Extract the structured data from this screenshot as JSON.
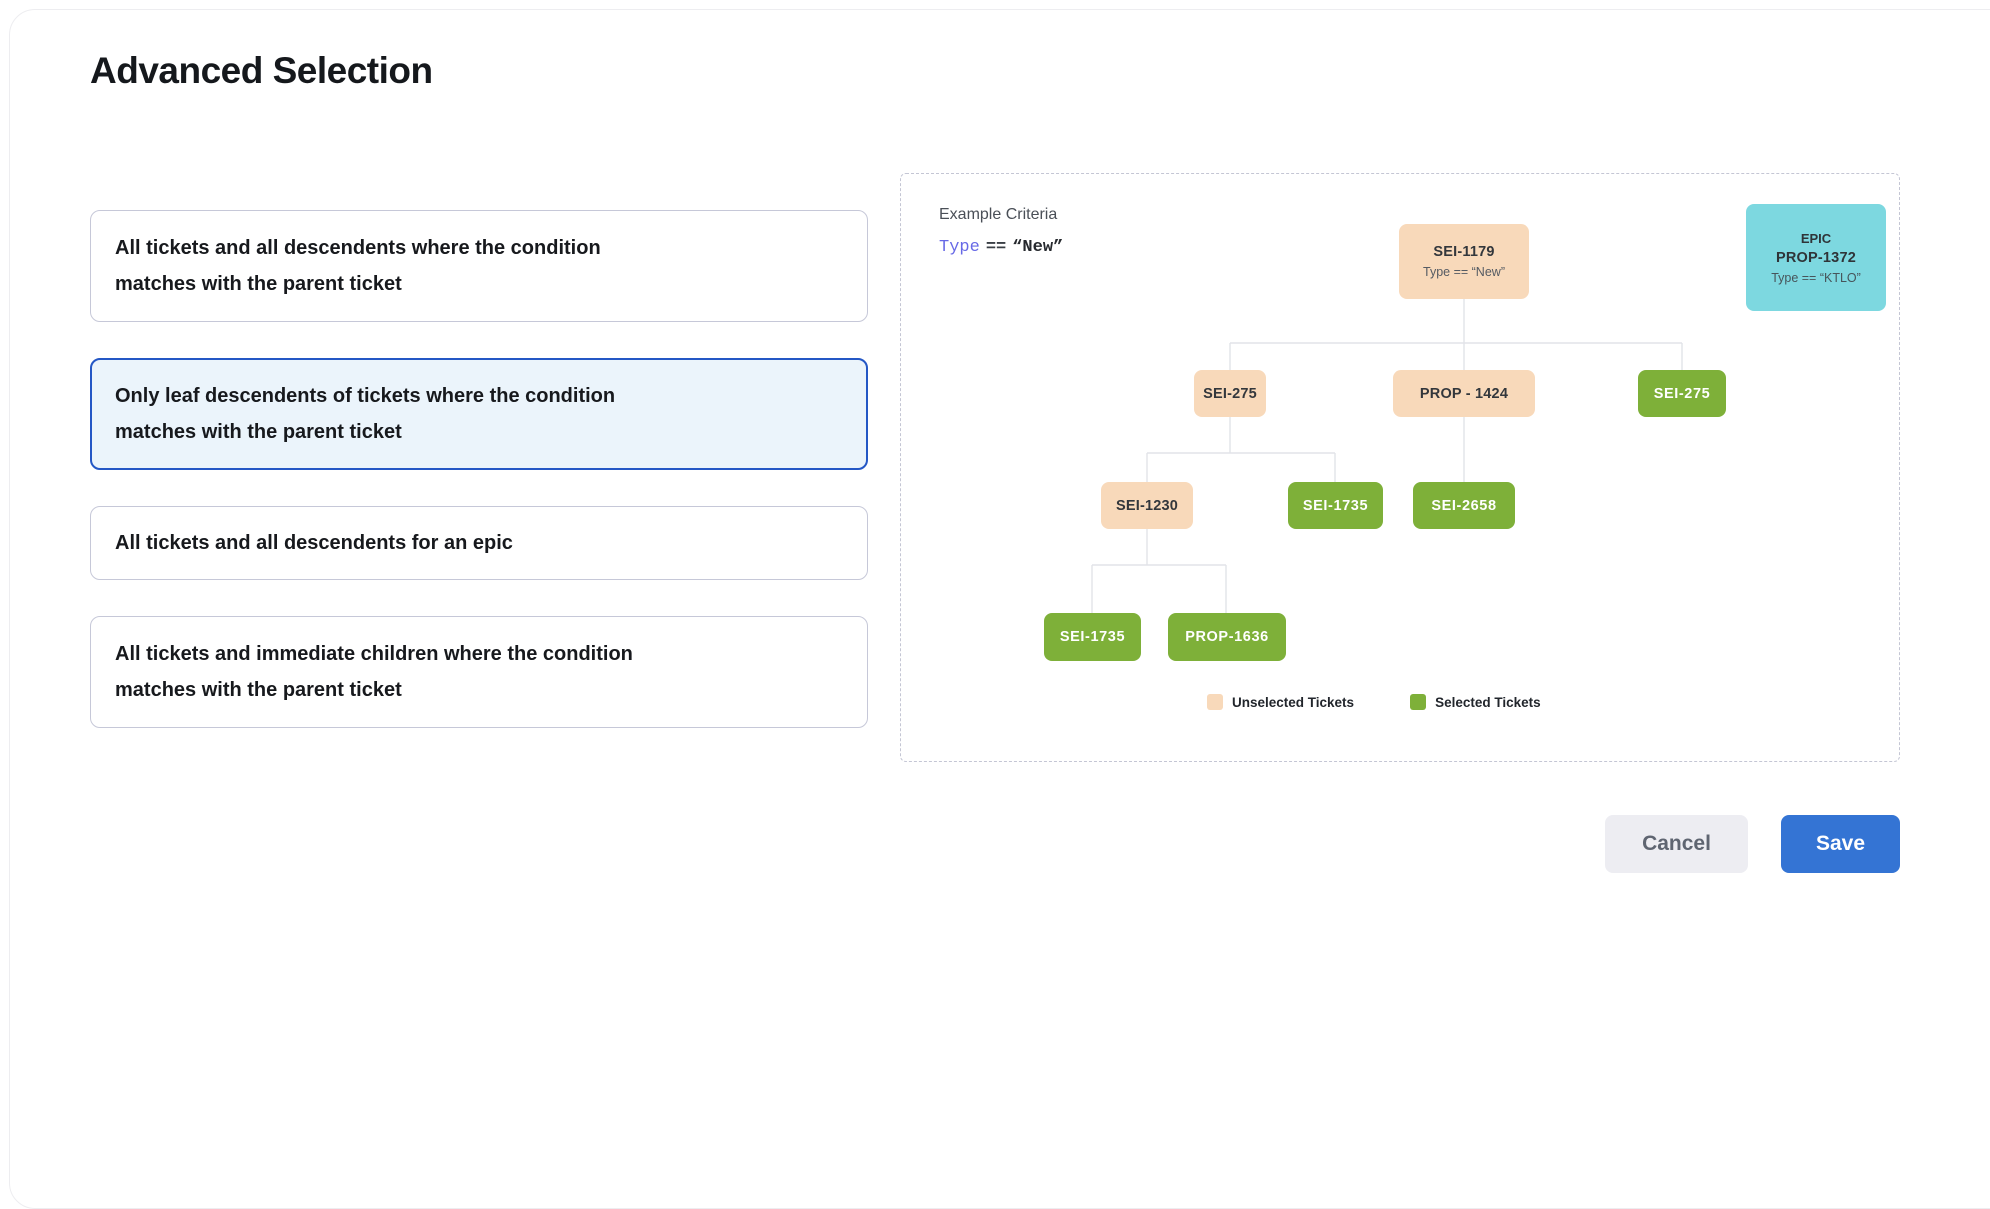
{
  "page": {
    "title": "Advanced Selection"
  },
  "options": {
    "items": [
      {
        "label": "All tickets and all descendents where the condition matches with the parent ticket",
        "selected": false
      },
      {
        "label": "Only leaf descendents of tickets where the condition matches with the parent ticket",
        "selected": true
      },
      {
        "label": "All tickets and all descendents for an epic",
        "selected": false
      },
      {
        "label": "All tickets and immediate children where the condition matches with the parent ticket",
        "selected": false
      }
    ]
  },
  "example": {
    "heading": "Example Criteria",
    "criteria": {
      "field": "Type",
      "operator": "==",
      "value": "“New”"
    }
  },
  "diagram": {
    "nodes": {
      "root": {
        "label": "SEI-1179",
        "condition": "Type == “New”"
      },
      "epic": {
        "kind": "EPIC",
        "label": "PROP-1372",
        "condition": "Type == “KTLO”"
      },
      "n275a": {
        "label": "SEI-275"
      },
      "n1424": {
        "label": "PROP - 1424"
      },
      "n275b": {
        "label": "SEI-275"
      },
      "n1230": {
        "label": "SEI-1230"
      },
      "n1735a": {
        "label": "SEI-1735"
      },
      "n2658": {
        "label": "SEI-2658"
      },
      "n1735b": {
        "label": "SEI-1735"
      },
      "n1636": {
        "label": "PROP-1636"
      }
    },
    "legend": [
      {
        "label": "Unselected Tickets",
        "color": "#f8d9ba"
      },
      {
        "label": "Selected Tickets",
        "color": "#7eb039"
      }
    ]
  },
  "footer": {
    "cancel_label": "Cancel",
    "save_label": "Save"
  },
  "colors": {
    "unselected_ticket": "#f8d9ba",
    "selected_ticket": "#7eb039",
    "epic_ticket": "#7dd8e0",
    "selected_card_border": "#2457c5",
    "selected_card_bg": "#ebf4fb",
    "save_button": "#3474d4"
  }
}
